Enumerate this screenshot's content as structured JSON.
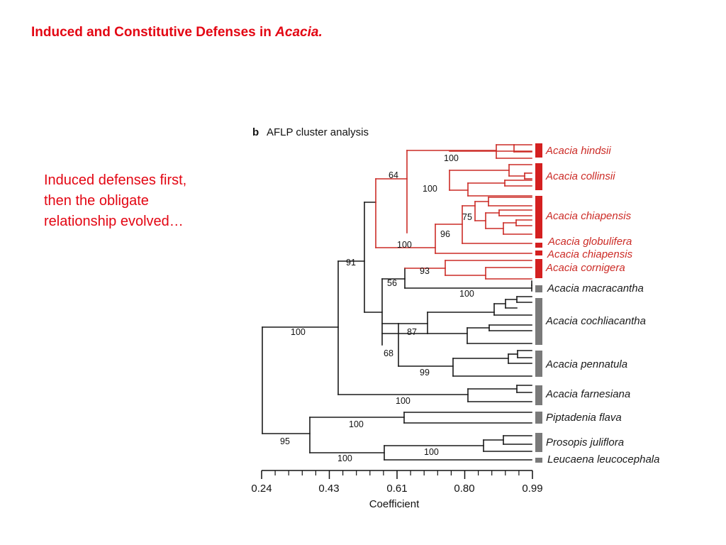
{
  "slide": {
    "title_prefix": "Induced and Constitutive Defenses in ",
    "title_genus": "Acacia.",
    "caption_lines": [
      "Induced defenses first,",
      "then the obligate",
      "relationship evolved…"
    ]
  },
  "figure": {
    "panel_letter": "b",
    "panel_title": "AFLP cluster analysis",
    "axis_title": "Coefficient",
    "axis_ticks": [
      "0.24",
      "0.43",
      "0.61",
      "0.80",
      "0.99"
    ],
    "support_values": [
      "100",
      "64",
      "100",
      "75",
      "96",
      "100",
      "91",
      "93",
      "56",
      "100",
      "87",
      "100",
      "68",
      "99",
      "100",
      "100",
      "95",
      "100",
      "100"
    ],
    "taxa": [
      {
        "name": "Acacia hindsii",
        "group": "myrmecophyte"
      },
      {
        "name": "Acacia collinsii",
        "group": "myrmecophyte"
      },
      {
        "name": "Acacia chiapensis",
        "group": "myrmecophyte"
      },
      {
        "name": "Acacia globulifera",
        "group": "myrmecophyte"
      },
      {
        "name": "Acacia chiapensis",
        "group": "myrmecophyte"
      },
      {
        "name": "Acacia cornigera",
        "group": "myrmecophyte"
      },
      {
        "name": "Acacia macracantha",
        "group": "non-myrmecophyte"
      },
      {
        "name": "Acacia cochliacantha",
        "group": "non-myrmecophyte"
      },
      {
        "name": "Acacia pennatula",
        "group": "non-myrmecophyte"
      },
      {
        "name": "Acacia farnesiana",
        "group": "non-myrmecophyte"
      },
      {
        "name": "Piptadenia flava",
        "group": "non-myrmecophyte"
      },
      {
        "name": "Prosopis juliflora",
        "group": "non-myrmecophyte"
      },
      {
        "name": "Leucaena leucocephala",
        "group": "non-myrmecophyte"
      }
    ],
    "colors": {
      "myrmecophyte": "#cc2b26",
      "non-myrmecophyte": "#1a1a1a",
      "myrmecophyte_bar": "#d42020",
      "non_myrmecophyte_bar": "#7a7a7a"
    }
  }
}
